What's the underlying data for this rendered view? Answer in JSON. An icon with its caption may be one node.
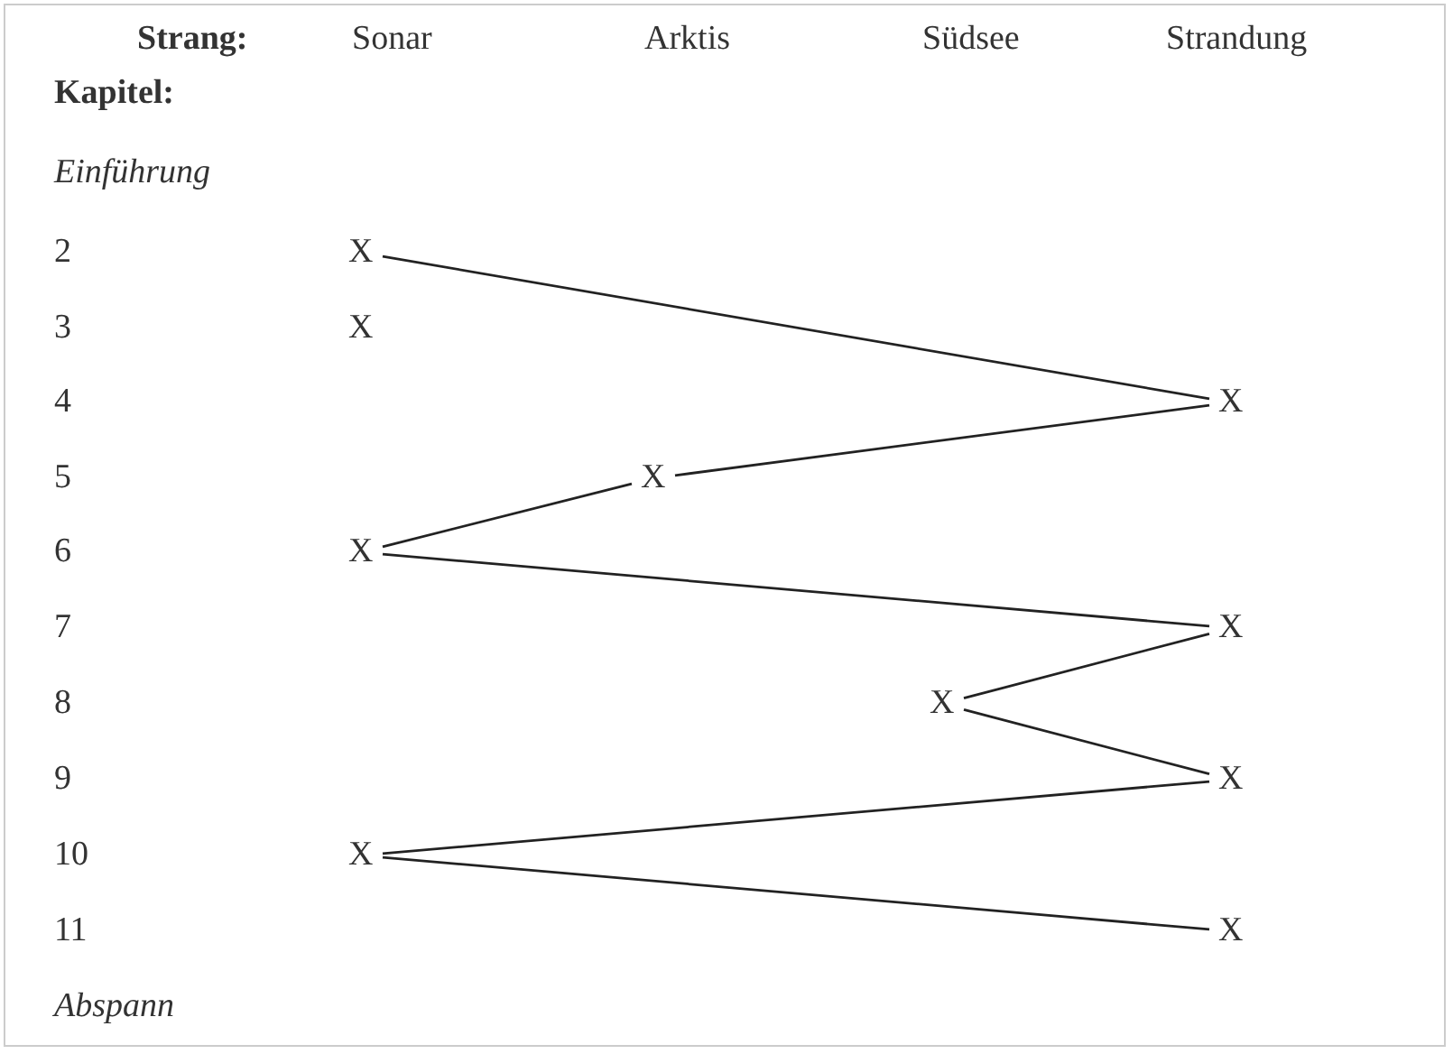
{
  "diagram": {
    "nodes": [
      {
        "text": [
          "X"
        ]
      },
      {
        "text": [
          "X"
        ]
      },
      {
        "text": [
          "X"
        ]
      },
      {
        "text": [
          "X"
        ]
      },
      {
        "text": [
          "X"
        ]
      },
      {
        "text": [
          "X"
        ]
      },
      {
        "text": [
          "X"
        ]
      },
      {
        "text": [
          "X"
        ]
      },
      {
        "text": [
          "X"
        ]
      }
    ],
    "edges": [
      {
        "from": 0,
        "to": 1,
        "arrow": "none"
      },
      {
        "from": 1,
        "to": 2,
        "arrow": "none"
      },
      {
        "from": 2,
        "to": 3,
        "arrow": "none"
      },
      {
        "from": 3,
        "to": 4,
        "arrow": "none"
      },
      {
        "from": 4,
        "to": 5,
        "arrow": "none"
      },
      {
        "from": 5,
        "to": 6,
        "arrow": "none"
      },
      {
        "from": 6,
        "to": 7,
        "arrow": "none"
      },
      {
        "from": 7,
        "to": 8,
        "arrow": "none"
      }
    ],
    "labels": [
      "Strang:",
      "Sonar",
      "Arktis",
      "Südsee",
      "Strandung",
      "Kapitel:",
      "Einführung",
      "2",
      "3",
      "X",
      "4",
      "5",
      "6",
      "7",
      "8",
      "9",
      "10",
      "11",
      "Abspann"
    ]
  }
}
